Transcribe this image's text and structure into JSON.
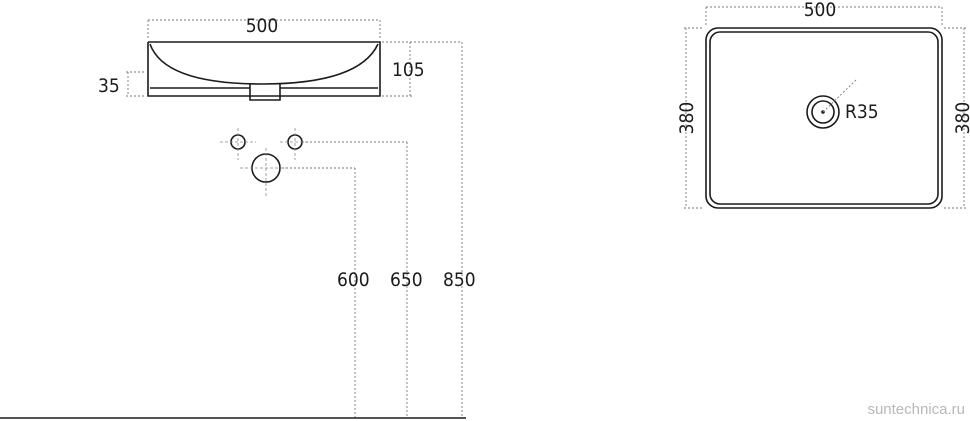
{
  "side_view": {
    "width_label": "500",
    "height_label": "105",
    "base_label": "35",
    "h600_label": "600",
    "h650_label": "650",
    "h850_label": "850"
  },
  "top_view": {
    "width_label": "500",
    "depth_left_label": "380",
    "depth_right_label": "380",
    "drain_label": "R35"
  },
  "watermark": "suntechnica.ru",
  "colors": {
    "line": "#1b1b1b",
    "dim": "#7a7a7a",
    "watermark": "#b8b8b8"
  }
}
